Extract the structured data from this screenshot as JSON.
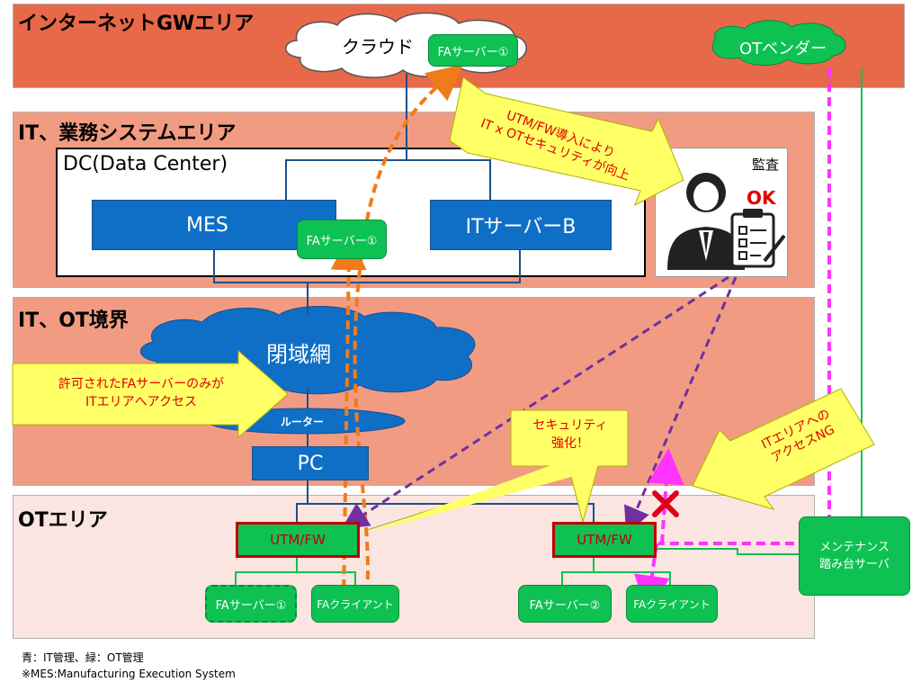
{
  "zones": {
    "internet": "インターネットGWエリア",
    "it": "IT、業務システムエリア",
    "boundary": "IT、OT境界",
    "ot": "OTエリア"
  },
  "nodes": {
    "cloud": "クラウド",
    "fa_server_cloud": "FAサーバー①",
    "ot_vendor": "OTベンダー",
    "dc_title": "DC(Data Center)",
    "mes": "MES",
    "fa_server_dc": "FAサーバー①",
    "it_server_b": "ITサーバーB",
    "audit": "監査",
    "ok": "OK",
    "closed_network": "閉域網",
    "router": "ルーター",
    "pc": "PC",
    "utm_fw_left": "UTM/FW",
    "utm_fw_right": "UTM/FW",
    "fa_server_1_ot": "FAサーバー①",
    "fa_client_left": "FAクライアント",
    "fa_server_2_ot": "FAサーバー②",
    "fa_client_right": "FAクライアント",
    "maintenance_server_l1": "メンテナンス",
    "maintenance_server_l2": "踏み台サーバ"
  },
  "callouts": {
    "utm_l1": "UTM/FW導入により",
    "utm_l2": "IT x OTセキュリティが向上",
    "allowed_l1": "許可されたFAサーバーのみが",
    "allowed_l2": "ITエリアへアクセス",
    "security_l1": "セキュリティ",
    "security_l2": "強化！",
    "ng_l1": "ITエリアへの",
    "ng_l2": "アクセスNG"
  },
  "legend": {
    "line1": "青：IT管理、緑：OT管理",
    "line2": "※MES:Manufacturing Execution System"
  },
  "colors": {
    "internet_zone": "#e8684a",
    "it_zone": "#f19c82",
    "boundary_zone": "#f19c82",
    "ot_zone": "#fbe5e0",
    "it_blue": "#0f6fc6",
    "ot_green": "#0ec153",
    "callout_yellow": "#ffff66",
    "arrow_orange": "#f07b1a",
    "arrow_purple": "#7030a0",
    "arrow_magenta": "#ff33ff",
    "fw_red": "#c00000"
  }
}
